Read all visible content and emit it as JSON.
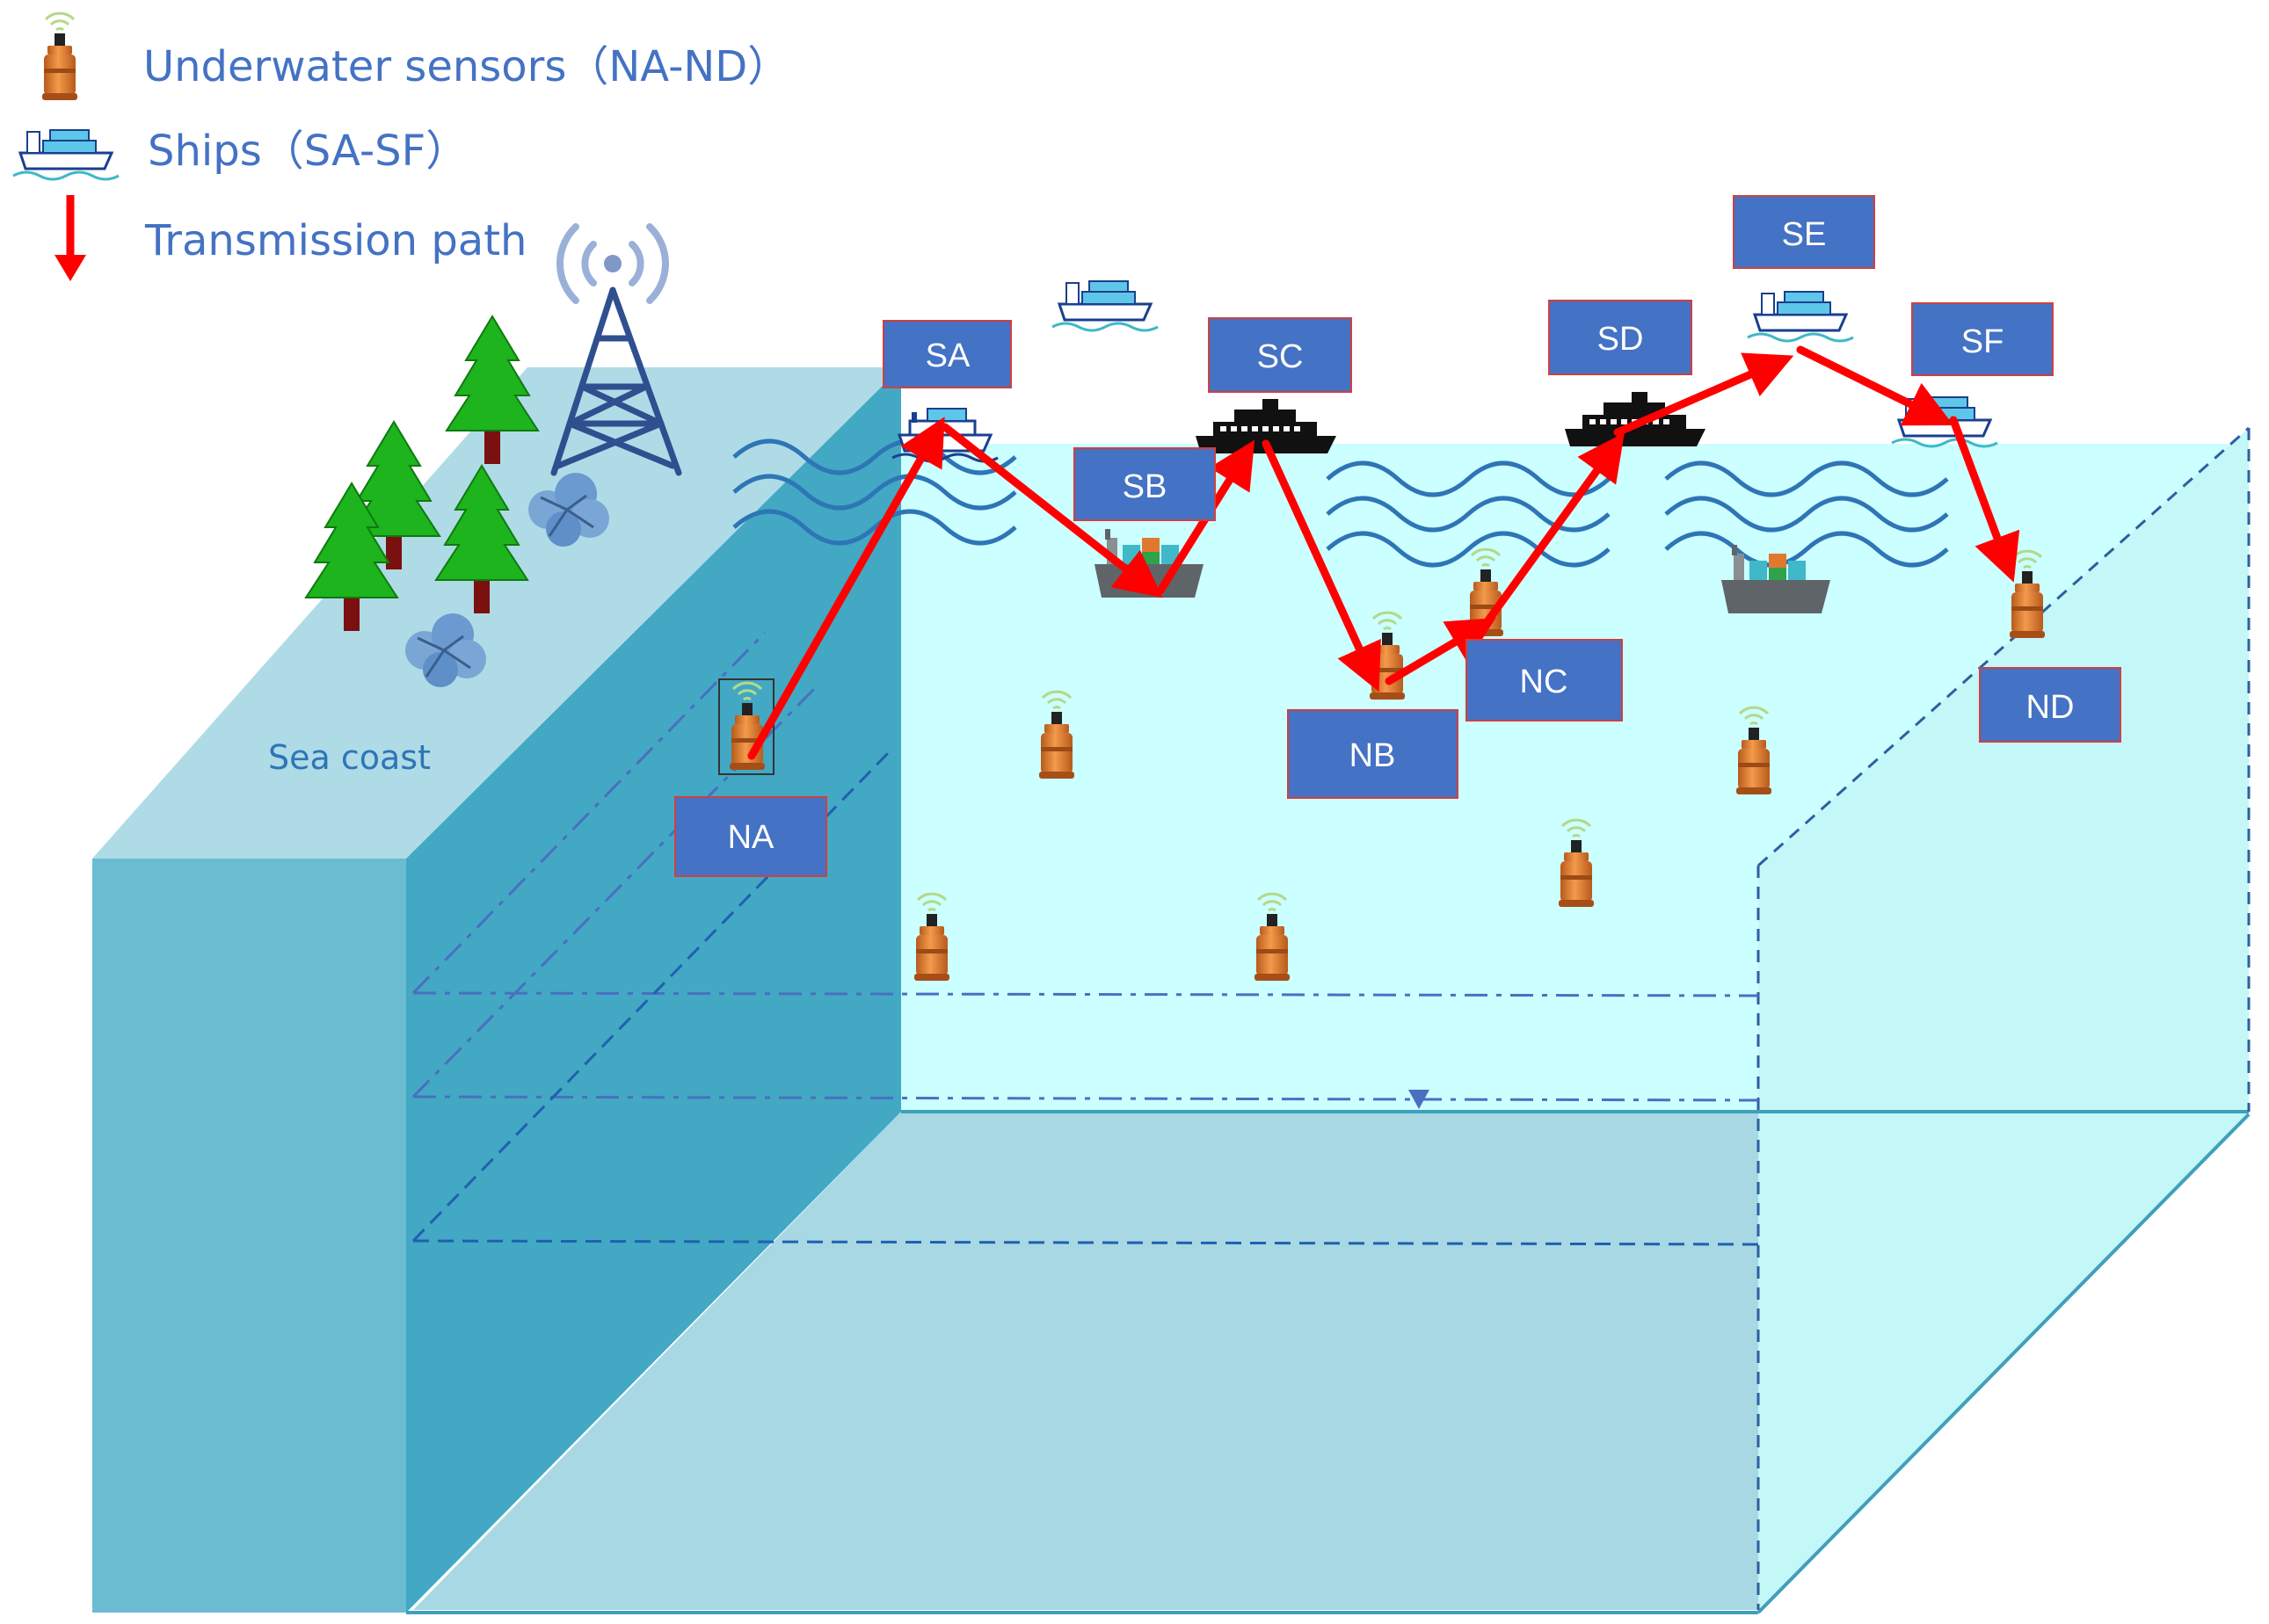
{
  "legend": {
    "sensors": "Underwater sensors（NA-ND）",
    "ships": "Ships（SA-SF）",
    "path": "Transmission path"
  },
  "coast_label": "Sea coast",
  "nodes": {
    "NA": "NA",
    "NB": "NB",
    "NC": "NC",
    "ND": "ND",
    "SA": "SA",
    "SB": "SB",
    "SC": "SC",
    "SD": "SD",
    "SE": "SE",
    "SF": "SF"
  },
  "colors": {
    "label_box": "#4472c4",
    "path": "#ff0000",
    "water_surface": "#ccffff",
    "coast_top": "#aedbe6",
    "cliff_front": "#6bbcd0",
    "cliff_side": "#42a8c4",
    "sea_floor": "#a8d8e3",
    "wave": "#2e75b6",
    "tree": "#1db41d",
    "trunk": "#7b1010",
    "tower": "#2f4f8f",
    "sensor_body": "#e07a30",
    "legend_text": "#4472c4"
  }
}
